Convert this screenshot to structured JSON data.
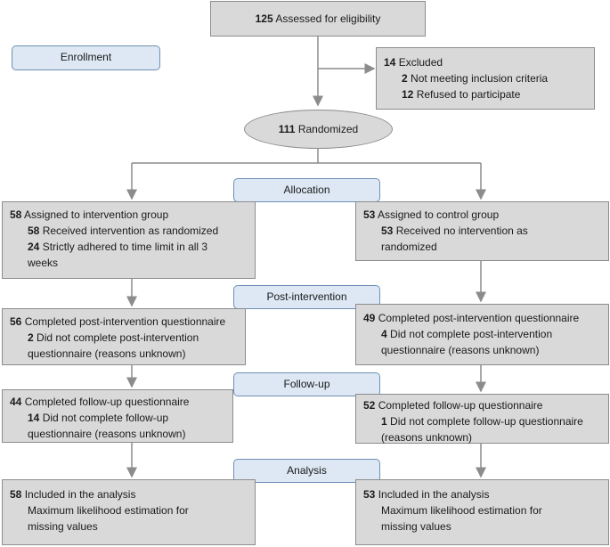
{
  "assessed": {
    "n": "125",
    "text": "Assessed for eligibility"
  },
  "enrollment_label": "Enrollment",
  "excluded": {
    "n": "14",
    "text": "Excluded",
    "items": [
      {
        "n": "2",
        "text": "Not meeting inclusion criteria"
      },
      {
        "n": "12",
        "text": "Refused to participate"
      }
    ]
  },
  "randomized": {
    "n": "111",
    "text": "Randomized"
  },
  "stages": {
    "allocation": "Allocation",
    "post_intervention": "Post-intervention",
    "follow_up": "Follow-up",
    "analysis": "Analysis"
  },
  "intervention": {
    "allocation": {
      "n": "58",
      "text": "Assigned to intervention group",
      "items": [
        {
          "n": "58",
          "text": "Received intervention as randomized"
        },
        {
          "n": "24",
          "text": "Strictly adhered to time limit in all 3 weeks"
        }
      ]
    },
    "post": {
      "n": "56",
      "text": "Completed post-intervention questionnaire",
      "items": [
        {
          "n": "2",
          "text": "Did not complete post-intervention questionnaire (reasons unknown)"
        }
      ]
    },
    "follow_up": {
      "n": "44",
      "text": "Completed follow-up questionnaire",
      "items": [
        {
          "n": "14",
          "text": "Did not complete follow-up questionnaire (reasons unknown)"
        }
      ]
    },
    "analysis": {
      "n": "58",
      "text": "Included in the analysis",
      "note": "Maximum likelihood estimation for missing values"
    }
  },
  "control": {
    "allocation": {
      "n": "53",
      "text": "Assigned to control group",
      "items": [
        {
          "n": "53",
          "text": "Received no intervention as randomized"
        }
      ]
    },
    "post": {
      "n": "49",
      "text": "Completed post-intervention questionnaire",
      "items": [
        {
          "n": "4",
          "text": "Did not complete post-intervention questionnaire (reasons unknown)"
        }
      ]
    },
    "follow_up": {
      "n": "52",
      "text": "Completed follow-up questionnaire",
      "items": [
        {
          "n": "1",
          "text": "Did not complete follow-up questionnaire (reasons unknown)"
        }
      ]
    },
    "analysis": {
      "n": "53",
      "text": "Included in the analysis",
      "note": "Maximum likelihood estimation for missing values"
    }
  }
}
